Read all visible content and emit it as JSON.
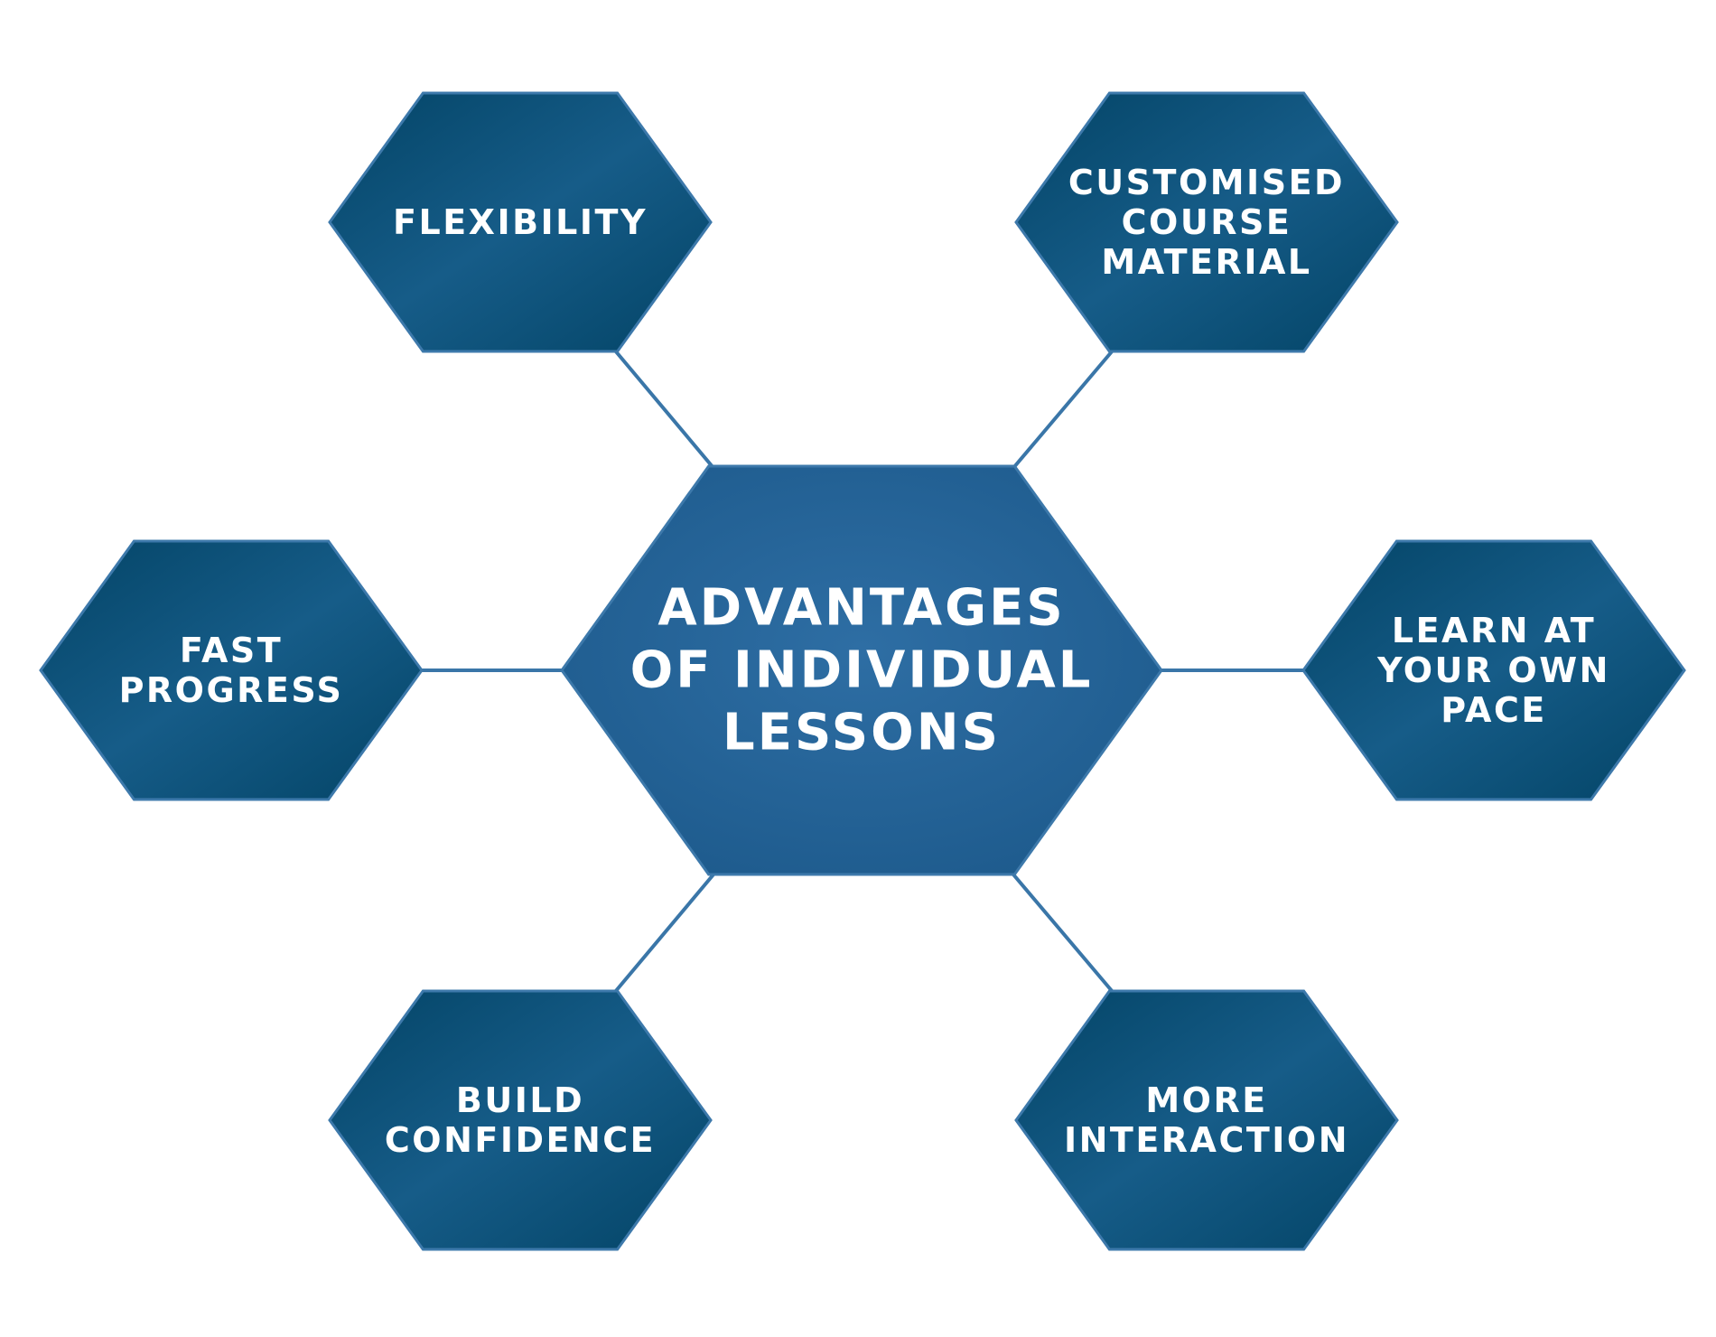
{
  "diagram": {
    "center": {
      "lines": [
        "ADVANTAGES",
        "OF INDIVIDUAL",
        "LESSONS"
      ]
    },
    "nodes": [
      {
        "id": "flexibility",
        "lines": [
          "FLEXIBILITY"
        ]
      },
      {
        "id": "customised-course-material",
        "lines": [
          "CUSTOMISED",
          "COURSE",
          "MATERIAL"
        ]
      },
      {
        "id": "fast-progress",
        "lines": [
          "FAST",
          "PROGRESS"
        ]
      },
      {
        "id": "learn-at-your-own-pace",
        "lines": [
          "LEARN AT",
          "YOUR OWN",
          "PACE"
        ]
      },
      {
        "id": "build-confidence",
        "lines": [
          "BUILD",
          "CONFIDENCE"
        ]
      },
      {
        "id": "more-interaction",
        "lines": [
          "MORE",
          "INTERACTION"
        ]
      }
    ],
    "colors": {
      "outer_fill_dark": "#034466",
      "outer_fill_light": "#165c88",
      "center_fill_light": "#2e6ea4",
      "center_fill_dark": "#1d5a8c",
      "stroke": "#3d79ab",
      "connector": "#3a76a8",
      "text": "#ffffff"
    }
  }
}
